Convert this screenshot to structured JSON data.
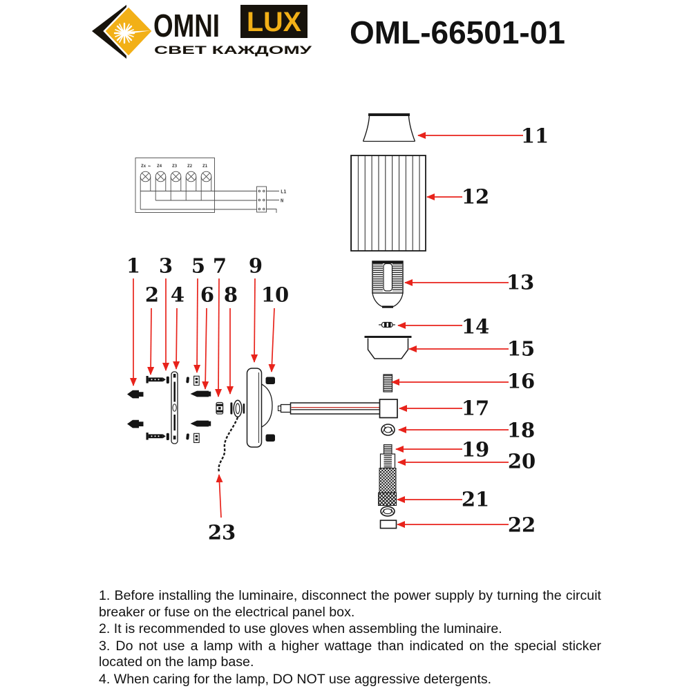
{
  "brand": {
    "name_part1": "OMNI",
    "name_part2": "LUX",
    "tagline": "СВЕТ КАЖДОМУ"
  },
  "model_number": "OML-66501-01",
  "colors": {
    "accent_red": "#E8231B",
    "brand_gold": "#F2B017",
    "ink": "#121212"
  },
  "wiring_diagram": {
    "lamp_labels": [
      "Zx",
      "Z4",
      "Z3",
      "Z2",
      "Z1"
    ],
    "arrow_symbol": "←",
    "line_label_1": "L1",
    "line_label_2": "N"
  },
  "callouts": {
    "c1": "1",
    "c2": "2",
    "c3": "3",
    "c4": "4",
    "c5": "5",
    "c6": "6",
    "c7": "7",
    "c8": "8",
    "c9": "9",
    "c10": "10",
    "c11": "11",
    "c12": "12",
    "c13": "13",
    "c14": "14",
    "c15": "15",
    "c16": "16",
    "c17": "17",
    "c18": "18",
    "c19": "19",
    "c20": "20",
    "c21": "21",
    "c22": "22",
    "c23": "23"
  },
  "instructions": {
    "step1": "1. Before installing the luminaire, disconnect the power supply by turning the circuit breaker or fuse on the electrical panel box.",
    "step2": "2. It is recommended to use gloves when assembling the luminaire.",
    "step3": "3. Do not use a lamp with a higher wattage than indicated on the special sticker located on the lamp base.",
    "step4": "4. When caring for the lamp, DO NOT use aggressive detergents."
  }
}
